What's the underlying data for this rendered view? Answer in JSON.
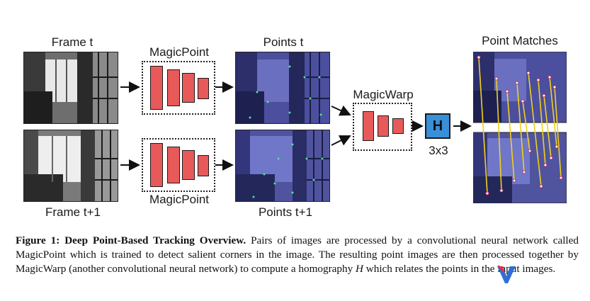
{
  "labels": {
    "frame_t": "Frame t",
    "frame_t1": "Frame t+1",
    "magicpoint_top": "MagicPoint",
    "magicpoint_bottom": "MagicPoint",
    "points_t": "Points t",
    "points_t1": "Points t+1",
    "magicwarp": "MagicWarp",
    "h_symbol": "H",
    "h_size": "3x3",
    "point_matches": "Point Matches"
  },
  "caption": {
    "heading": "Figure 1: Deep Point-Based Tracking Overview.",
    "body_1": " Pairs of images are processed by a convolutional neural network called MagicPoint which is trained to detect salient corners in the image. The resulting point images are then processed together by MagicWarp (another convolutional neural network) to compute a homography ",
    "h_var": "H",
    "body_2": " which relates the points in the input images."
  },
  "colors": {
    "layer_fill": "#e85a5a",
    "h_box": "#3a8fd9",
    "points_tint": "#4b4f9e",
    "match_line": "#f0d020"
  }
}
